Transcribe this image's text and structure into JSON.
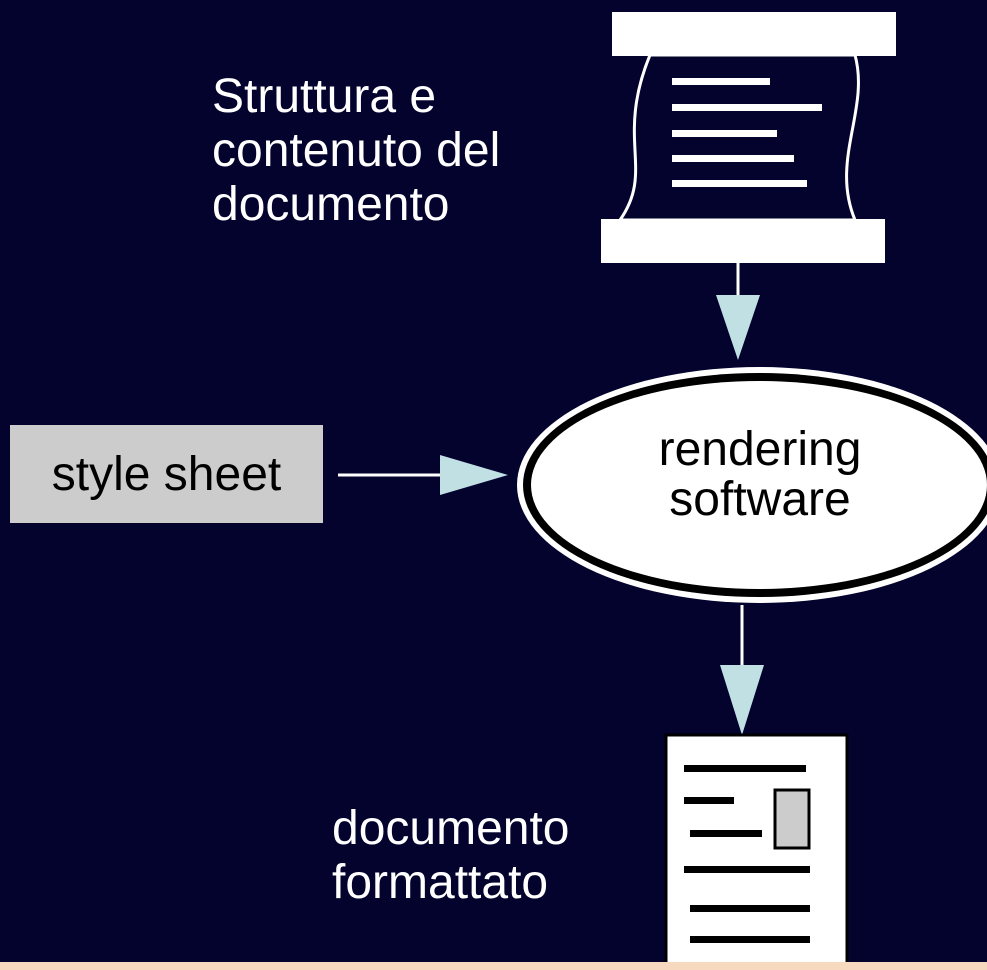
{
  "source_label": {
    "line1": "Struttura e",
    "line2": "contenuto del",
    "line3": "documento"
  },
  "style_sheet_label": "style sheet",
  "processor_label": {
    "line1": "rendering",
    "line2": "software"
  },
  "output_label": {
    "line1": "documento",
    "line2": "formattato"
  },
  "colors": {
    "background": "#03032e",
    "arrow_fill": "#c0e0e4",
    "style_box": "#cccccc",
    "bottom_band": "#f7d9bf"
  }
}
